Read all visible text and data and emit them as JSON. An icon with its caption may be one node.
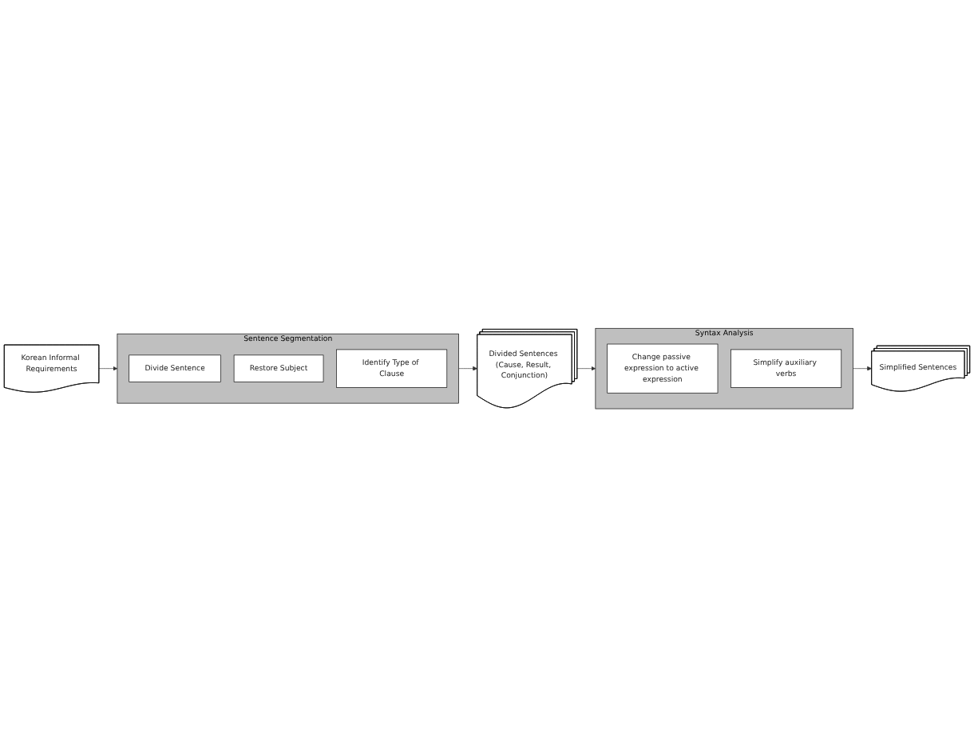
{
  "diagram": {
    "nodes": [
      {
        "text": [
          "Korean Informal Requirements"
        ]
      },
      {
        "text": [
          "Sentence Segmentation"
        ]
      },
      {
        "text": [
          "Divide Sentence"
        ],
        "in": 1
      },
      {
        "text": [
          "Restore Subject"
        ],
        "in": 1
      },
      {
        "text": [
          "Identify Type of Clause"
        ],
        "in": 1
      },
      {
        "text": [
          "Divided Sentences (Cause, Result, Conjunction)"
        ]
      },
      {
        "text": [
          "Syntax Analysis"
        ]
      },
      {
        "text": [
          "Change passive expression to active expression"
        ],
        "in": 6
      },
      {
        "text": [
          "Simplify auxiliary verbs"
        ],
        "in": 6
      },
      {
        "text": [
          "Simplified Sentences"
        ]
      }
    ],
    "edges": [
      {
        "from": 0,
        "to": 1,
        "arrow": "to"
      },
      {
        "from": 1,
        "to": 5,
        "arrow": "to"
      },
      {
        "from": 5,
        "to": 6,
        "arrow": "to"
      },
      {
        "from": 6,
        "to": 9,
        "arrow": "to"
      }
    ]
  }
}
